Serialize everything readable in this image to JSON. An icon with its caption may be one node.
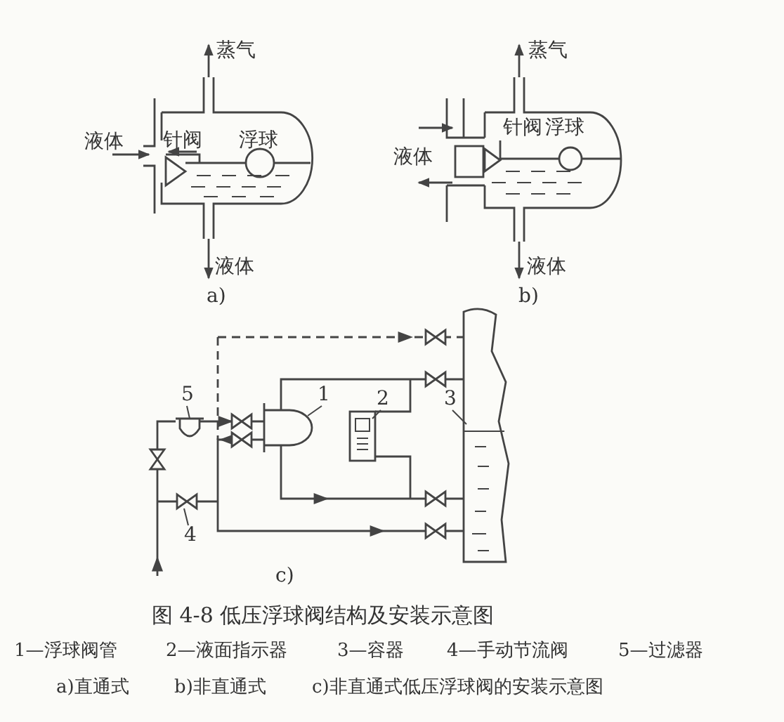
{
  "diagram": {
    "caption": "图 4-8 低压浮球阀结构及安装示意图",
    "nodes": [
      {
        "text": [
          "5"
        ]
      },
      {
        "text": [
          "1"
        ]
      },
      {
        "text": [
          "2"
        ]
      },
      {
        "text": [
          "3"
        ]
      },
      {
        "text": [
          "4"
        ]
      },
      {
        "text": [],
        "shape": "picture"
      },
      {
        "text": [],
        "shape": "picture"
      },
      {
        "text": [],
        "shape": "picture"
      },
      {
        "text": [],
        "shape": "picture"
      },
      {
        "text": [],
        "shape": "valve"
      }
    ],
    "edges": [
      {
        "from": 0,
        "to": 5,
        "arrow": "none"
      },
      {
        "from": 1,
        "to": 6,
        "arrow": "none"
      },
      {
        "from": 2,
        "to": 7,
        "arrow": "none"
      },
      {
        "from": 3,
        "to": 8,
        "arrow": "none"
      },
      {
        "from": 4,
        "to": 9,
        "arrow": "none"
      }
    ],
    "labels": [
      "蒸气",
      "蒸气",
      "液体",
      "针阀",
      "浮球",
      "针阀",
      "浮球",
      "液体",
      "液体",
      "液体",
      "a)",
      "b)",
      "c)",
      "1—浮球阀管",
      "2—液面指示器",
      "3—容器",
      "4—手动节流阀",
      "5—过滤器",
      "a)直通式",
      "b)非直通式",
      "c)非直通式低压浮球阀的安装示意图"
    ]
  }
}
